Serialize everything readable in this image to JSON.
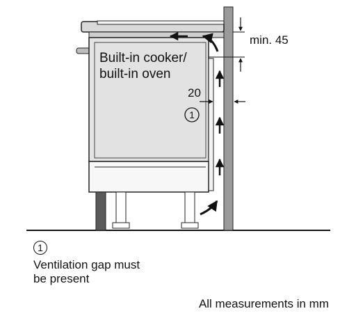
{
  "diagram": {
    "appliance_label_line1": "Built-in cooker/",
    "appliance_label_line2": "built-in oven",
    "dim_min_label": "min. 45",
    "dim_gap_label": "20",
    "marker_label": "1"
  },
  "legend": {
    "marker_label": "1",
    "line1": "Ventilation gap must",
    "line2": "be present"
  },
  "footer": {
    "text": "All measurements in mm"
  },
  "colors": {
    "line": "#111111",
    "appliance_fill": "#e4e4e4",
    "wall_fill": "#9a9a9a",
    "plinth_fill": "#5a5a5a",
    "foot_fill": "#ffffff"
  }
}
